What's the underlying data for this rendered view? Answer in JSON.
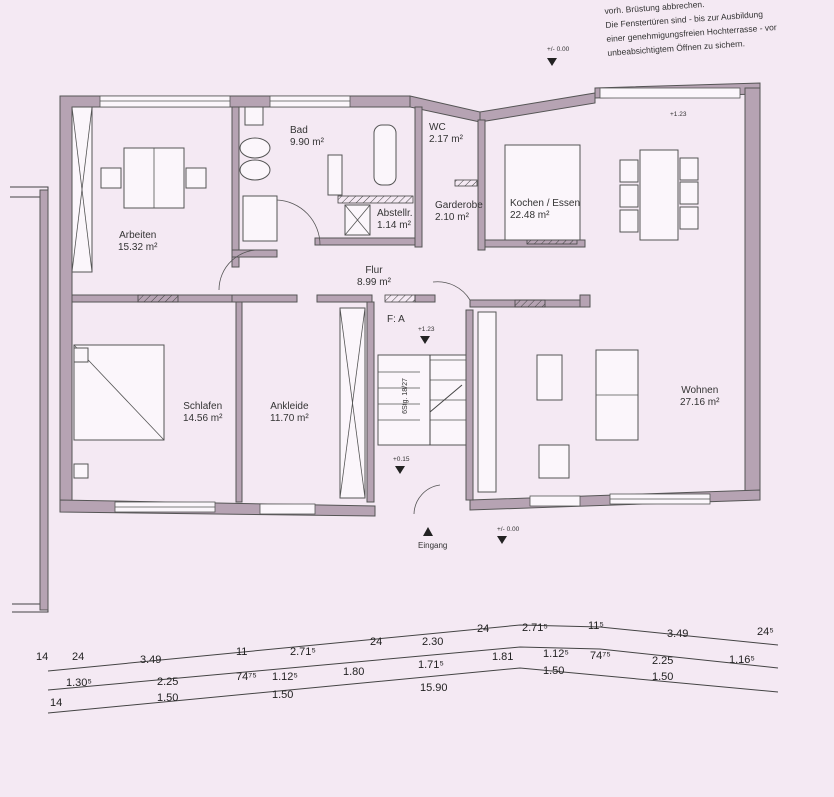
{
  "notes": {
    "line1": "vorh. Brüstung abbrechen.",
    "line2": "Die Fenstertüren sind - bis zur Ausbildung",
    "line3": "einer genehmigungsfreien Hochterrasse -  vor",
    "line4": "unbeabsichtigtem Öffnen zu sichern."
  },
  "rooms": [
    {
      "name": "Arbeiten",
      "area": "15.32 m²"
    },
    {
      "name": "Bad",
      "area": "9.90 m²"
    },
    {
      "name": "WC",
      "area": "2.17 m²"
    },
    {
      "name": "Abstellr.",
      "area": "1.14 m²"
    },
    {
      "name": "Garderobe",
      "area": "2.10 m²"
    },
    {
      "name": "Kochen / Essen",
      "area": "22.48 m²"
    },
    {
      "name": "Flur",
      "area": "8.99 m²"
    },
    {
      "name": "Schlafen",
      "area": "14.56 m²"
    },
    {
      "name": "Ankleide",
      "area": "11.70 m²"
    },
    {
      "name": "Wohnen",
      "area": "27.16 m²"
    }
  ],
  "labels": {
    "fa": "F: A",
    "stair": "6Stg. 18/27",
    "entrance": "Eingang"
  },
  "levels": {
    "top": "+/- 0.00",
    "terrace": "+1.23",
    "hall": "+1.23",
    "entry": "+0.15",
    "outside": "+/- 0.00"
  },
  "dimensions": {
    "row1": [
      "14",
      "24",
      "3.49",
      "11",
      "2.71⁵",
      "24",
      "2.30",
      "24",
      "2.71⁵",
      "11⁵",
      "3.49",
      "24⁵"
    ],
    "row2": [
      "1.30⁵",
      "2.25",
      "74⁷⁵",
      "1.12⁵",
      "1.80",
      "1.71⁵",
      "1.81",
      "1.12⁵",
      "74⁷⁵",
      "2.25",
      "1.16⁵"
    ],
    "row2_sub": [
      "1.50",
      "1.50",
      "1.50",
      "1.50"
    ],
    "row3": [
      "14",
      "15.90"
    ]
  }
}
